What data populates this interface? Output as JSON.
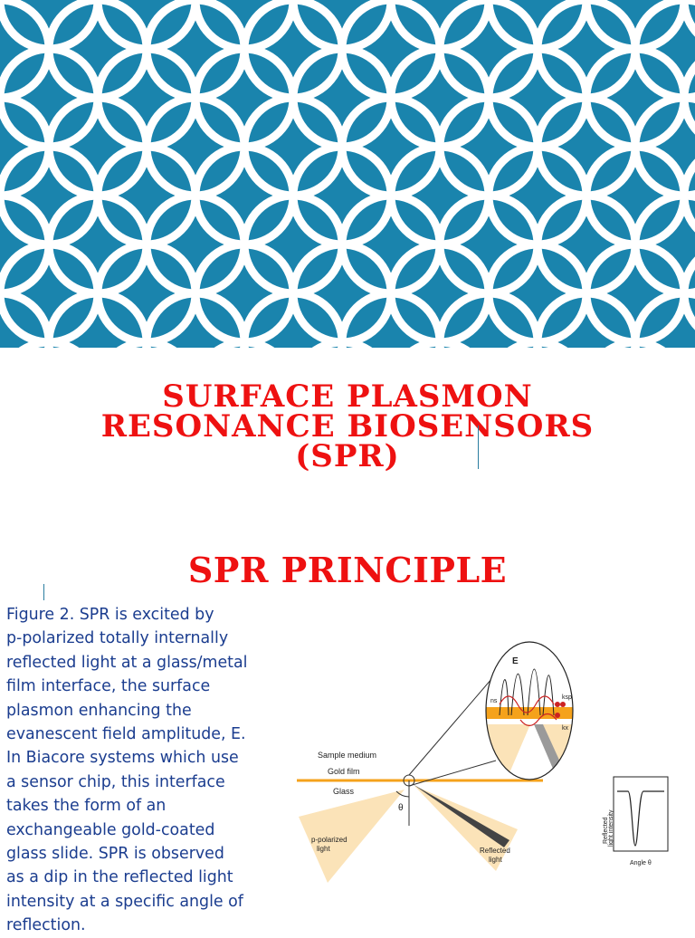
{
  "slide": {
    "title_lines": [
      "SURFACE PLASMON",
      "RESONANCE BIOSENSORS",
      "(SPR)"
    ],
    "section_heading": "SPR PRINCIPLE"
  },
  "caption_lines": [
    "Figure 2. SPR is excited by",
    "p-polarized totally internally",
    "reflected light at a glass/metal",
    "film interface, the surface",
    "plasmon enhancing the",
    "evanescent field amplitude, E.",
    "In Biacore systems which use",
    "a sensor chip, this interface",
    "takes the form of an",
    "exchangeable gold-coated",
    "glass slide. SPR is observed",
    "as a dip in the reflected light",
    "intensity at a specific angle of",
    "reflection."
  ],
  "diagram": {
    "sample_medium": "Sample medium",
    "gold_film": "Gold film",
    "glass": "Glass",
    "theta": "θ",
    "incident_line1": "p-polarized",
    "incident_line2": "light",
    "reflected_line1": "Reflected",
    "reflected_line2": "light",
    "field_label": "E",
    "ns_label": "ns",
    "ksp_label": "ksp",
    "kx_label": "kx",
    "plot_ylabel_line1": "Reflected",
    "plot_ylabel_line2": "light intensity",
    "plot_xlabel": "Angle θ"
  },
  "colors": {
    "banner_bg": "#1a84ad",
    "pattern": "#ffffff",
    "title": "#ee1111",
    "caption": "#1b3d8f",
    "gold_film": "#f5a21b",
    "light_beam": "#fbe3b8"
  }
}
